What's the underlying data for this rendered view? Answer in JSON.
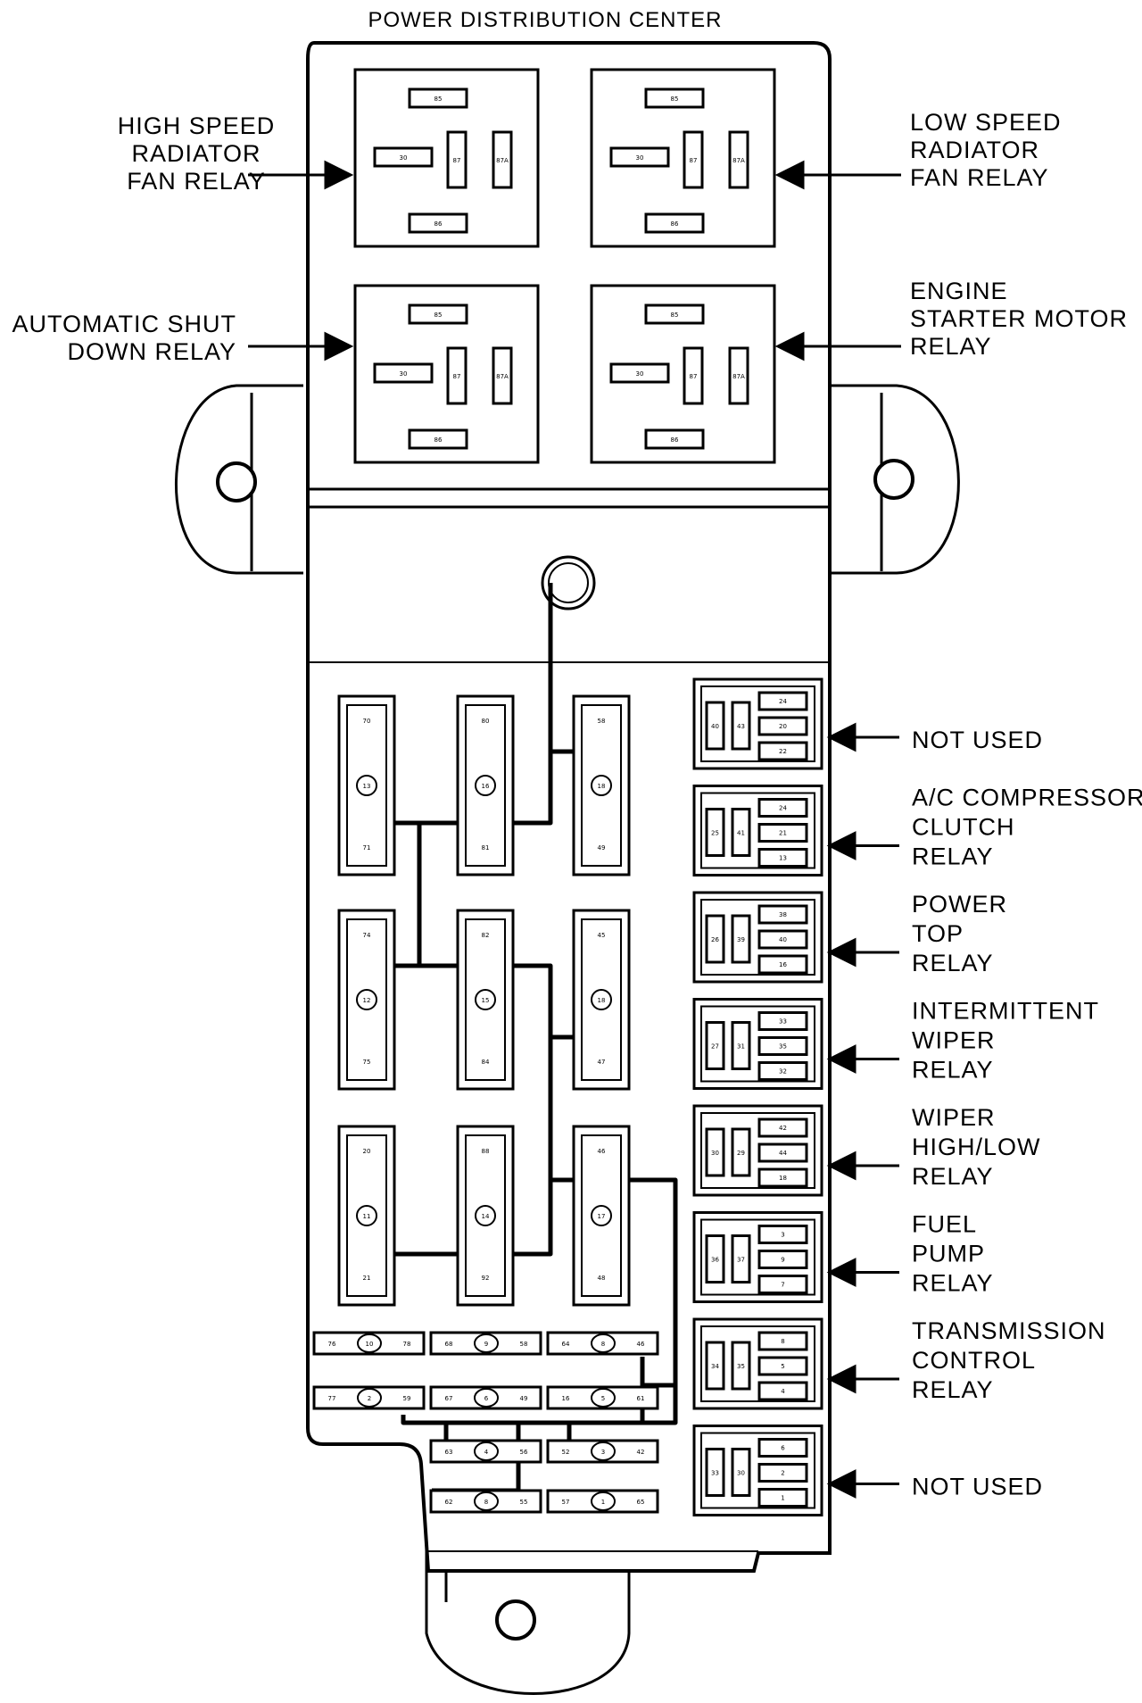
{
  "title": "POWER DISTRIBUTION CENTER",
  "top_relays": [
    {
      "lines": [
        "HIGH SPEED",
        "RADIATOR",
        "FAN RELAY"
      ],
      "terminals": [
        "85",
        "30",
        "87",
        "86",
        "87A"
      ]
    },
    {
      "lines": [
        "LOW SPEED",
        "RADIATOR",
        "FAN RELAY"
      ],
      "terminals": [
        "85",
        "30",
        "87",
        "86",
        "87A"
      ]
    },
    {
      "lines": [
        "AUTOMATIC SHUT",
        "DOWN RELAY"
      ],
      "terminals": [
        "85",
        "30",
        "87",
        "86",
        "87A"
      ]
    },
    {
      "lines": [
        "ENGINE",
        "STARTER MOTOR",
        "RELAY"
      ],
      "terminals": [
        "85",
        "30",
        "87",
        "86",
        "87A"
      ]
    }
  ],
  "right_relays": [
    {
      "lines": [
        "NOT USED"
      ],
      "terminals": [
        "24",
        "20",
        "22",
        "40",
        "43"
      ]
    },
    {
      "lines": [
        "A/C COMPRESSOR",
        "CLUTCH",
        "RELAY"
      ],
      "terminals": [
        "24",
        "21",
        "13",
        "25",
        "41"
      ]
    },
    {
      "lines": [
        "POWER",
        "TOP",
        "RELAY"
      ],
      "terminals": [
        "38",
        "40",
        "16",
        "26",
        "39"
      ]
    },
    {
      "lines": [
        "INTERMITTENT",
        "WIPER",
        "RELAY"
      ],
      "terminals": [
        "33",
        "35",
        "32",
        "27",
        "31"
      ]
    },
    {
      "lines": [
        "WIPER",
        "HIGH/LOW",
        "RELAY"
      ],
      "terminals": [
        "42",
        "44",
        "18",
        "30",
        "29"
      ]
    },
    {
      "lines": [
        "FUEL",
        "PUMP",
        "RELAY"
      ],
      "terminals": [
        "3",
        "9",
        "7",
        "36",
        "37"
      ]
    },
    {
      "lines": [
        "TRANSMISSION",
        "CONTROL",
        "RELAY"
      ],
      "terminals": [
        "8",
        "5",
        "4",
        "34",
        "35"
      ]
    },
    {
      "lines": [
        "NOT USED"
      ],
      "terminals": [
        "6",
        "2",
        "1",
        "33",
        "30"
      ]
    }
  ],
  "maxi_fuses": [
    {
      "top": "70",
      "center": "13",
      "bottom": "71"
    },
    {
      "top": "80",
      "center": "16",
      "bottom": "81"
    },
    {
      "top": "58",
      "center": "18",
      "bottom": "49"
    },
    {
      "top": "74",
      "center": "12",
      "bottom": "75"
    },
    {
      "top": "82",
      "center": "15",
      "bottom": "84"
    },
    {
      "top": "45",
      "center": "18",
      "bottom": "47"
    },
    {
      "top": "20",
      "center": "11",
      "bottom": "21"
    },
    {
      "top": "88",
      "center": "14",
      "bottom": "92"
    },
    {
      "top": "46",
      "center": "17",
      "bottom": "48"
    }
  ],
  "mini_fuses": [
    {
      "left": "76",
      "center": "10",
      "right": "78"
    },
    {
      "left": "68",
      "center": "9",
      "right": "58"
    },
    {
      "left": "64",
      "center": "8",
      "right": "46"
    },
    {
      "left": "77",
      "center": "2",
      "right": "59"
    },
    {
      "left": "67",
      "center": "6",
      "right": "49"
    },
    {
      "left": "16",
      "center": "5",
      "right": "61"
    },
    {
      "left": "63",
      "center": "4",
      "right": "56"
    },
    {
      "left": "52",
      "center": "3",
      "right": "42"
    },
    {
      "left": "62",
      "center": "8",
      "right": "55"
    },
    {
      "left": "57",
      "center": "1",
      "right": "65"
    }
  ]
}
